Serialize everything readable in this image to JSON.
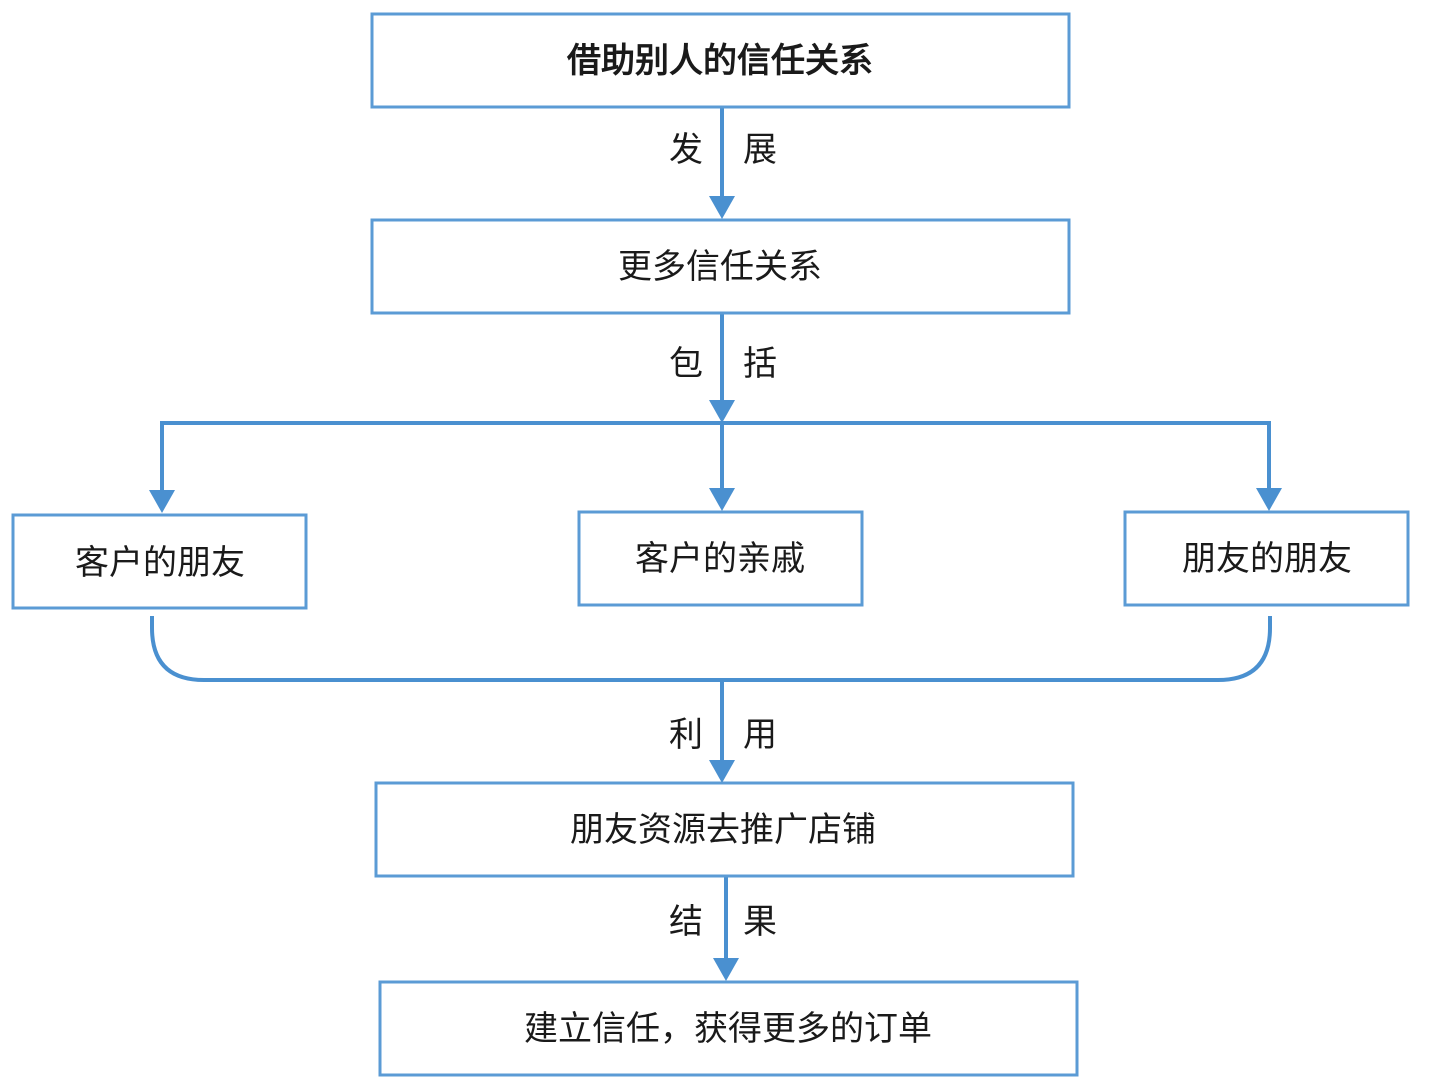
{
  "diagram": {
    "type": "flowchart",
    "colors": {
      "box_border": "#5B9BD5",
      "connector": "#4A90D0",
      "text": "#1a1a1a"
    },
    "nodes": {
      "root": "借助别人的信任关系",
      "more_trust": "更多信任关系",
      "client_friends": "客户的朋友",
      "client_relatives": "客户的亲戚",
      "friends_of_friends": "朋友的朋友",
      "promote": "朋友资源去推广店铺",
      "result": "建立信任，获得更多的订单"
    },
    "edge_labels": {
      "develop_1": "发",
      "develop_2": "展",
      "include_1": "包",
      "include_2": "括",
      "use_1": "利",
      "use_2": "用",
      "result_1": "结",
      "result_2": "果"
    }
  }
}
